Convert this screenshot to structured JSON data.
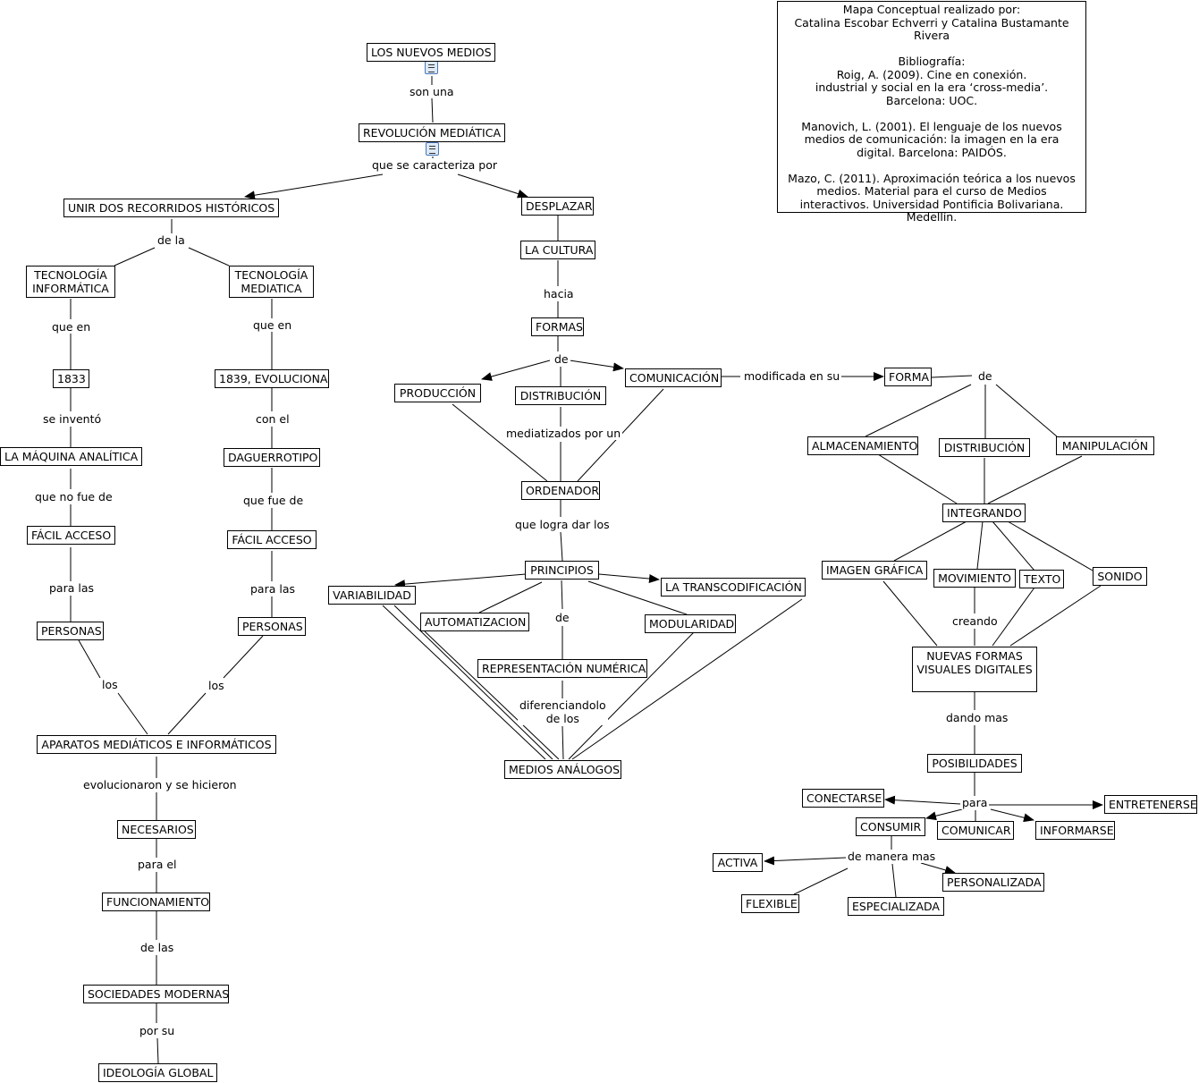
{
  "info": {
    "lines": [
      "Mapa Conceptual realizado por:",
      "Catalina Escobar Echverri y Catalina Bustamante Rivera",
      "",
      "Bibliografía:",
      "Roig, A. (2009). Cine en conexión.",
      "industrial y social en la era ‘cross-media’.",
      "Barcelona: UOC.",
      "",
      "Manovich, L. (2001). El lenguaje de los nuevos",
      "medios de comunicación: la imagen en la era",
      "digital. Barcelona: PAIDÓS.",
      "",
      "Mazo, C. (2011). Aproximación teórica a los nuevos",
      "medios. Material para el curso de Medios",
      "interactivos. Universidad Pontificia Bolivariana.",
      "Medellín."
    ]
  },
  "icons": [
    "document-icon",
    "document-icon"
  ],
  "concepts": {
    "nuevos_medios": "LOS NUEVOS MEDIOS",
    "revolucion": "REVOLUCIÓN MEDIÁTICA",
    "unir": "UNIR DOS RECORRIDOS HISTÓRICOS",
    "desplazar": "DESPLAZAR",
    "tec_informatica": "TECNOLOGÍA\nINFORMÁTICA",
    "tec_mediatica": "TECNOLOGÍA\nMEDIATICA",
    "y1833": "1833",
    "y1839": "1839, EVOLUCIONA",
    "maquina": "LA MÁQUINA ANALÍTICA",
    "daguerrotipo": "DAGUERROTIPO",
    "facil1": "FÁCIL ACCESO",
    "facil2": "FÁCIL ACCESO",
    "personas1": "PERSONAS",
    "personas2": "PERSONAS",
    "aparatos": "APARATOS MEDIÁTICOS E INFORMÁTICOS",
    "necesarios": "NECESARIOS",
    "funcionamiento": "FUNCIONAMIENTO",
    "sociedades": "SOCIEDADES MODERNAS",
    "ideologia": "IDEOLOGÍA GLOBAL",
    "cultura": "LA CULTURA",
    "formas": "FORMAS",
    "produccion": "PRODUCCIÓN",
    "distribucion": "DISTRIBUCIÓN",
    "comunicacion": "COMUNICACIÓN",
    "ordenador": "ORDENADOR",
    "principios": "PRINCIPIOS",
    "variabilidad": "VARIABILIDAD",
    "automatizacion": "AUTOMATIZACION",
    "transcodificacion": "LA TRANSCODIFICACIÓN",
    "modularidad": "MODULARIDAD",
    "representacion": "REPRESENTACIÓN NUMÉRICA",
    "medios_analogos": "MEDIOS ANÁLOGOS",
    "forma": "FORMA",
    "almacenamiento": "ALMACENAMIENTO",
    "distribucion2": "DISTRIBUCIÓN",
    "manipulacion": "MANIPULACIÓN",
    "integrando": "INTEGRANDO",
    "imagen": "IMAGEN GRÁFICA",
    "movimiento": "MOVIMIENTO",
    "texto": "TEXTO",
    "sonido": "SONIDO",
    "nuevas_formas": "NUEVAS FORMAS\nVISUALES DIGITALES",
    "posibilidades": "POSIBILIDADES",
    "conectarse": "CONECTARSE",
    "entretenerse": "ENTRETENERSE",
    "consumir": "CONSUMIR",
    "comunicar": "COMUNICAR",
    "informarse": "INFORMARSE",
    "activa": "ACTIVA",
    "personalizada": "PERSONALIZADA",
    "flexible": "FLEXIBLE",
    "especializada": "ESPECIALIZADA"
  },
  "links": {
    "son_una": "son una",
    "que_se_caracteriza": "que se caracteriza por",
    "de_la": "de la",
    "que_en1": "que en",
    "que_en2": "que en",
    "se_invento": "se inventó",
    "con_el": "con el",
    "que_no_fue_de": "que no fue de",
    "que_fue_de": "que fue de",
    "para_las1": "para las",
    "para_las2": "para las",
    "los1": "los",
    "los2": "los",
    "evolucionaron": "evolucionaron y se hicieron",
    "para_el": "para el",
    "de_las": "de las",
    "por_su": "por su",
    "hacia": "hacia",
    "de_formas": "de",
    "mediatizados": "mediatizados por un",
    "modificada": "modificada en su",
    "de_forma": "de",
    "que_logra": "que logra dar los",
    "de_principios": "de",
    "diferenciandolo": "diferenciandolo\nde los",
    "creando": "creando",
    "dando_mas": "dando mas",
    "para": "para",
    "de_manera_mas": "de manera mas"
  }
}
